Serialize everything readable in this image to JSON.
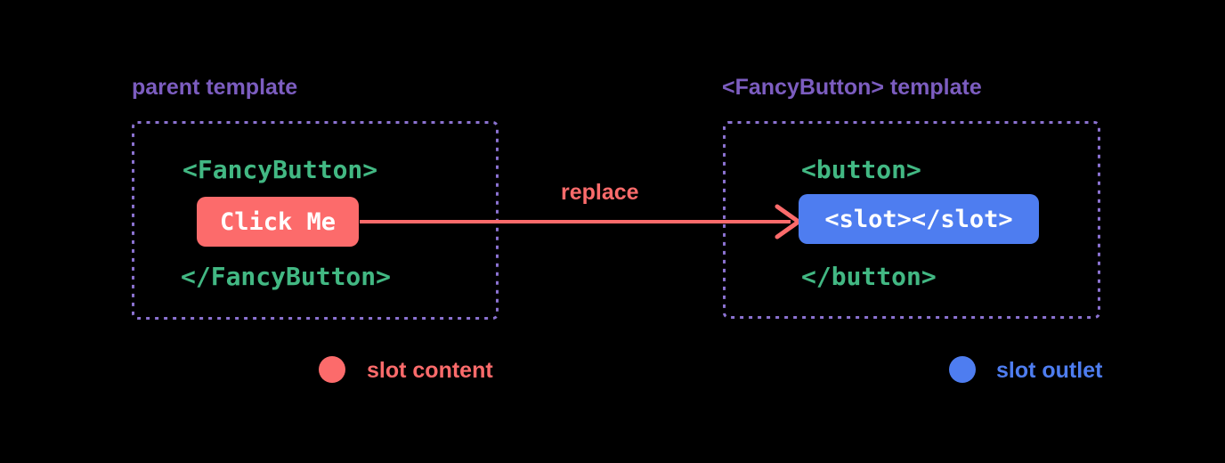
{
  "colors": {
    "background": "#000000",
    "title_purple": "#7c5dc0",
    "border_purple": "#8b72d1",
    "code_green": "#42b883",
    "coral": "#fc6b6b",
    "blue": "#4e7df0",
    "white": "#ffffff"
  },
  "parent_panel": {
    "title": "parent template",
    "code_open": "<FancyButton>",
    "button_label": "Click Me",
    "code_close": "</FancyButton>"
  },
  "arrow": {
    "label": "replace"
  },
  "fancybutton_panel": {
    "title": "<FancyButton> template",
    "code_open": "<button>",
    "slot_code": "<slot></slot>",
    "code_close": "</button>"
  },
  "legend": {
    "slot_content_label": "slot content",
    "slot_outlet_label": "slot outlet"
  }
}
